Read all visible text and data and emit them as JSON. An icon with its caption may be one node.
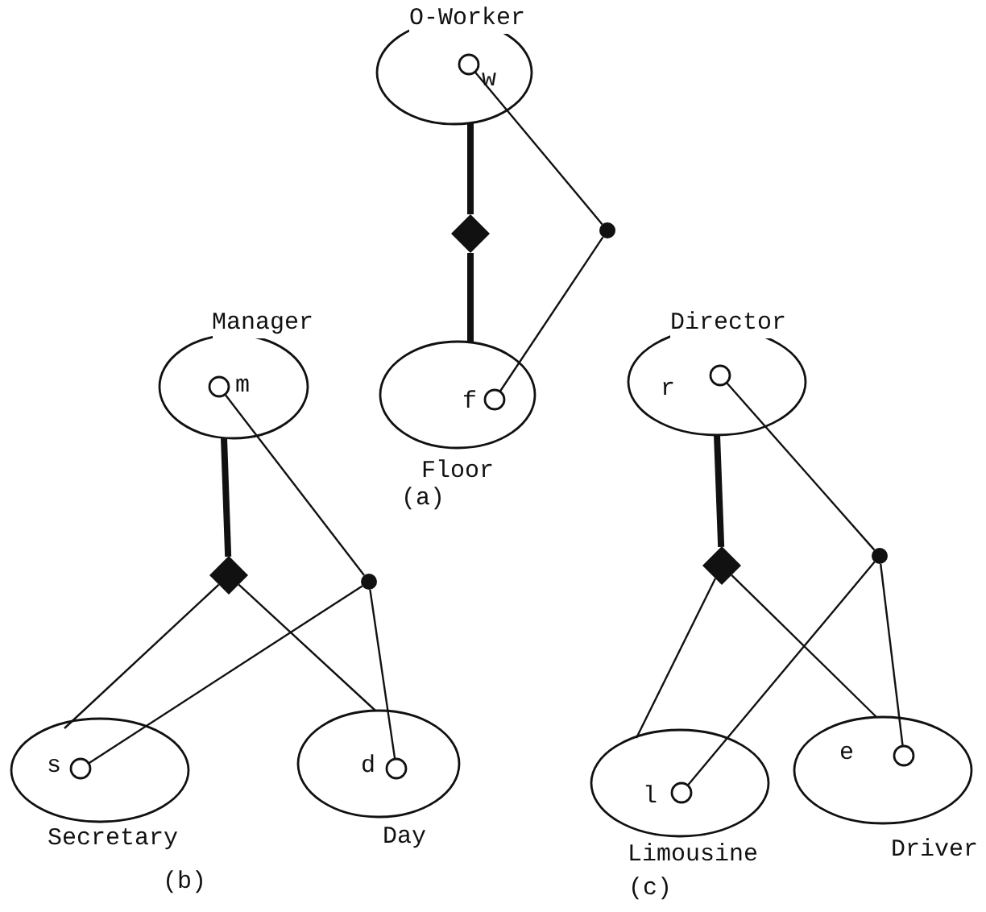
{
  "diagram": {
    "nodes": [
      {
        "text": [
          "O-Worker"
        ]
      },
      {
        "text": [
          "w"
        ],
        "in": 0
      },
      {
        "text": [],
        "shape": "diamond"
      },
      {
        "text": [],
        "shape": "circle"
      },
      {
        "text": [
          "Floor"
        ]
      },
      {
        "text": [
          "f"
        ],
        "in": 4
      },
      {
        "text": [
          "Manager"
        ]
      },
      {
        "text": [
          "m"
        ],
        "in": 6
      },
      {
        "text": [],
        "shape": "diamond"
      },
      {
        "text": [],
        "shape": "circle"
      },
      {
        "text": [
          "Secretary"
        ]
      },
      {
        "text": [
          "s"
        ],
        "in": 10
      },
      {
        "text": [
          "Day"
        ]
      },
      {
        "text": [
          "d"
        ],
        "in": 12
      },
      {
        "text": [
          "Director"
        ]
      },
      {
        "text": [
          "r"
        ],
        "in": 14
      },
      {
        "text": [],
        "shape": "diamond"
      },
      {
        "text": [],
        "shape": "circle"
      },
      {
        "text": [
          "Limousine"
        ]
      },
      {
        "text": [
          "l"
        ],
        "in": 18
      },
      {
        "text": [
          "Driver"
        ]
      },
      {
        "text": [
          "e"
        ],
        "in": 20
      }
    ],
    "edges": [
      {
        "from": 0,
        "to": 2,
        "arrow": "none",
        "style": "thick"
      },
      {
        "from": 2,
        "to": 4,
        "arrow": "none",
        "style": "thick"
      },
      {
        "from": 1,
        "to": 3,
        "arrow": "none"
      },
      {
        "from": 3,
        "to": 5,
        "arrow": "none"
      },
      {
        "from": 6,
        "to": 8,
        "arrow": "none",
        "style": "thick"
      },
      {
        "from": 8,
        "to": 10,
        "arrow": "none"
      },
      {
        "from": 8,
        "to": 12,
        "arrow": "none"
      },
      {
        "from": 7,
        "to": 9,
        "arrow": "none"
      },
      {
        "from": 9,
        "to": 11,
        "arrow": "none"
      },
      {
        "from": 9,
        "to": 13,
        "arrow": "none"
      },
      {
        "from": 14,
        "to": 16,
        "arrow": "none",
        "style": "thick"
      },
      {
        "from": 16,
        "to": 18,
        "arrow": "none"
      },
      {
        "from": 16,
        "to": 20,
        "arrow": "none"
      },
      {
        "from": 15,
        "to": 17,
        "arrow": "none"
      },
      {
        "from": 17,
        "to": 19,
        "arrow": "none"
      },
      {
        "from": 17,
        "to": 21,
        "arrow": "none"
      }
    ],
    "labels": [
      "(a)",
      "(b)",
      "(c)"
    ]
  }
}
